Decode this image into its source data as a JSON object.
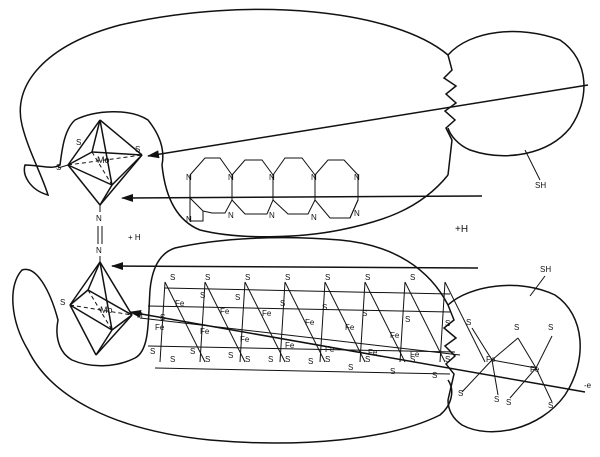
{
  "labels": {
    "mo_top": "Mo",
    "mo_bottom": "Mo",
    "s_minus_left": "S",
    "s_minus_right": "S",
    "s_left_top": "S",
    "s_left_bottom": "S",
    "n_upper": "N",
    "n_lower": "N",
    "h_left": "+ H",
    "h_right": "+H",
    "h_bond": "H",
    "sh_top": "SH",
    "sh_bottom": "SH",
    "electron": "-e",
    "ring_n": "N",
    "lattice_s": "S",
    "lattice_fe": "Fe",
    "cluster_fe": "Fe",
    "cluster_s": "S"
  },
  "colors": {
    "ink": "#111111",
    "paper": "#ffffff"
  }
}
